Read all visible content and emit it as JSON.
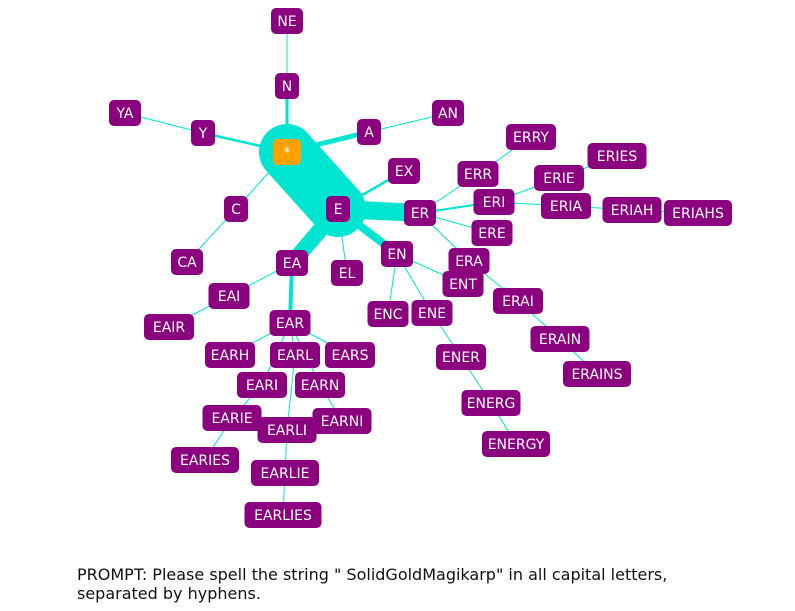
{
  "colors": {
    "node": "#8b007f",
    "root": "#ffa200",
    "edge": "#00e5d1",
    "text": "#ffffff"
  },
  "root": {
    "label": "*"
  },
  "nodes": [
    "N",
    "NE",
    "Y",
    "YA",
    "A",
    "AN",
    "C",
    "CA",
    "E",
    "EX",
    "ER",
    "ERR",
    "ERRY",
    "ERI",
    "ERIE",
    "ERIES",
    "ERIA",
    "ERIAH",
    "ERIAHS",
    "ERE",
    "ERA",
    "ERAI",
    "ERAIN",
    "ERAINS",
    "EN",
    "ENT",
    "ENC",
    "ENE",
    "ENER",
    "ENERG",
    "ENERGY",
    "EL",
    "EA",
    "EAI",
    "EAIR",
    "EAR",
    "EARH",
    "EARI",
    "EARL",
    "EARN",
    "EARS",
    "EARIE",
    "EARIES",
    "EARLI",
    "EARLIE",
    "EARLIES",
    "EARNI"
  ],
  "edges": [
    [
      "*",
      "N"
    ],
    [
      "N",
      "NE"
    ],
    [
      "*",
      "Y"
    ],
    [
      "Y",
      "YA"
    ],
    [
      "*",
      "A"
    ],
    [
      "A",
      "AN"
    ],
    [
      "*",
      "C"
    ],
    [
      "C",
      "CA"
    ],
    [
      "*",
      "E"
    ],
    [
      "E",
      "EX"
    ],
    [
      "E",
      "ER"
    ],
    [
      "ER",
      "ERR"
    ],
    [
      "ERR",
      "ERRY"
    ],
    [
      "ER",
      "ERI"
    ],
    [
      "ERI",
      "ERIE"
    ],
    [
      "ERIE",
      "ERIES"
    ],
    [
      "ERI",
      "ERIA"
    ],
    [
      "ERIA",
      "ERIAH"
    ],
    [
      "ERIAH",
      "ERIAHS"
    ],
    [
      "ER",
      "ERE"
    ],
    [
      "ER",
      "ERA"
    ],
    [
      "ERA",
      "ERAI"
    ],
    [
      "ERAI",
      "ERAIN"
    ],
    [
      "ERAIN",
      "ERAINS"
    ],
    [
      "E",
      "EN"
    ],
    [
      "EN",
      "ENT"
    ],
    [
      "EN",
      "ENC"
    ],
    [
      "EN",
      "ENE"
    ],
    [
      "ENE",
      "ENER"
    ],
    [
      "ENER",
      "ENERG"
    ],
    [
      "ENERG",
      "ENERGY"
    ],
    [
      "E",
      "EL"
    ],
    [
      "E",
      "EA"
    ],
    [
      "EA",
      "EAI"
    ],
    [
      "EAI",
      "EAIR"
    ],
    [
      "EA",
      "EAR"
    ],
    [
      "EAR",
      "EARH"
    ],
    [
      "EAR",
      "EARI"
    ],
    [
      "EAR",
      "EARL"
    ],
    [
      "EAR",
      "EARN"
    ],
    [
      "EAR",
      "EARS"
    ],
    [
      "EARI",
      "EARIE"
    ],
    [
      "EARIE",
      "EARIES"
    ],
    [
      "EARL",
      "EARLI"
    ],
    [
      "EARLI",
      "EARLIE"
    ],
    [
      "EARLIE",
      "EARLIES"
    ],
    [
      "EARN",
      "EARNI"
    ]
  ],
  "prompt": "PROMPT: Please spell the string \" SolidGoldMagikarp\" in all capital letters, separated by hyphens."
}
